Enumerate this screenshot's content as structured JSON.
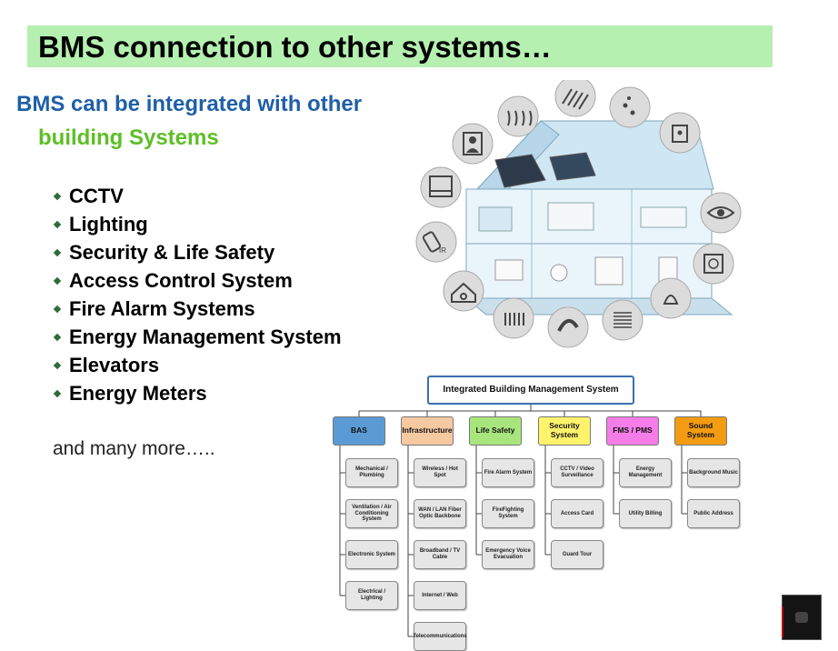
{
  "title": "BMS connection to other systems…",
  "intro": {
    "line1": "BMS can be integrated with other",
    "line2": "building Systems"
  },
  "systems": [
    "CCTV",
    "Lighting",
    "Security & Life Safety",
    "Access Control System",
    "Fire Alarm Systems",
    "Energy Management System",
    "Elevators",
    "Energy Meters"
  ],
  "more_text": "and many more…..",
  "illustration_icons": [
    "heating-icon",
    "solar-panel-icon",
    "water-drops-icon",
    "door-lock-icon",
    "person-icon",
    "window-icon",
    "ir-remote-icon",
    "home-network-icon",
    "radiator-icon",
    "telephone-icon",
    "blinds-icon",
    "lamp-icon",
    "power-socket-icon",
    "eye-icon"
  ],
  "diagram": {
    "root": "Integrated Building Management System",
    "categories": [
      {
        "label": "BAS",
        "color": "#5b9bd5",
        "children": [
          "Mechanical / Plumbing",
          "Ventilation / Air Conditioning System",
          "Electronic System",
          "Electrical / Lighting"
        ]
      },
      {
        "label": "Infrastructure",
        "color": "#f6c9a1",
        "children": [
          "Wireless / Hot Spot",
          "WAN / LAN Fiber Optic Backbone",
          "Broadband / TV Cable",
          "Internet / Web",
          "Telecommunications"
        ]
      },
      {
        "label": "Life Safety",
        "color": "#a9e57d",
        "children": [
          "Fire Alarm System",
          "FireFighting System",
          "Emergency Voice Evacuation"
        ]
      },
      {
        "label": "Security System",
        "color": "#fff36b",
        "children": [
          "CCTV / Video Surveillance",
          "Access Card",
          "Guard Tour"
        ]
      },
      {
        "label": "FMS / PMS",
        "color": "#f57de8",
        "children": [
          "Energy Management",
          "Utility Billing"
        ]
      },
      {
        "label": "Sound System",
        "color": "#f39c12",
        "children": [
          "Background Music",
          "Public Address"
        ]
      }
    ]
  }
}
